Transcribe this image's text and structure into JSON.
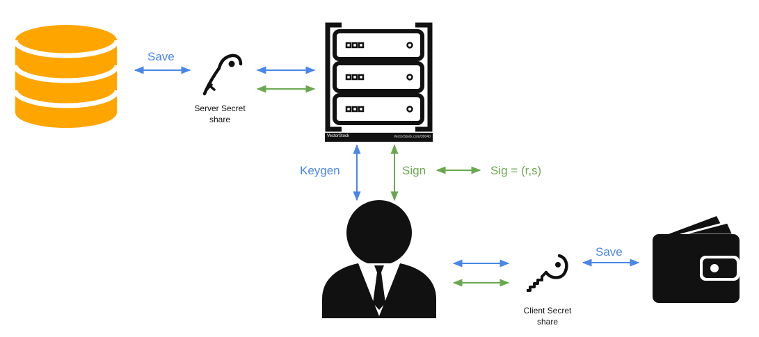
{
  "labels": {
    "save_top": "Save",
    "server_share_line1": "Server Secret",
    "server_share_line2": "share",
    "keygen": "Keygen",
    "sign": "Sign",
    "signature": "Sig = (r,s)",
    "save_bottom": "Save",
    "client_share_line1": "Client Secret",
    "client_share_line2": "share",
    "watermark_left": "VectorStock",
    "watermark_right": "VectorStock.com/39040"
  },
  "colors": {
    "blue": "#4a86e8",
    "green": "#6aa84f",
    "database": "#ffa500",
    "icon": "#111111"
  },
  "icons": [
    "database-icon",
    "server-key-icon",
    "server-rack-icon",
    "user-icon",
    "client-key-icon",
    "wallet-icon"
  ]
}
